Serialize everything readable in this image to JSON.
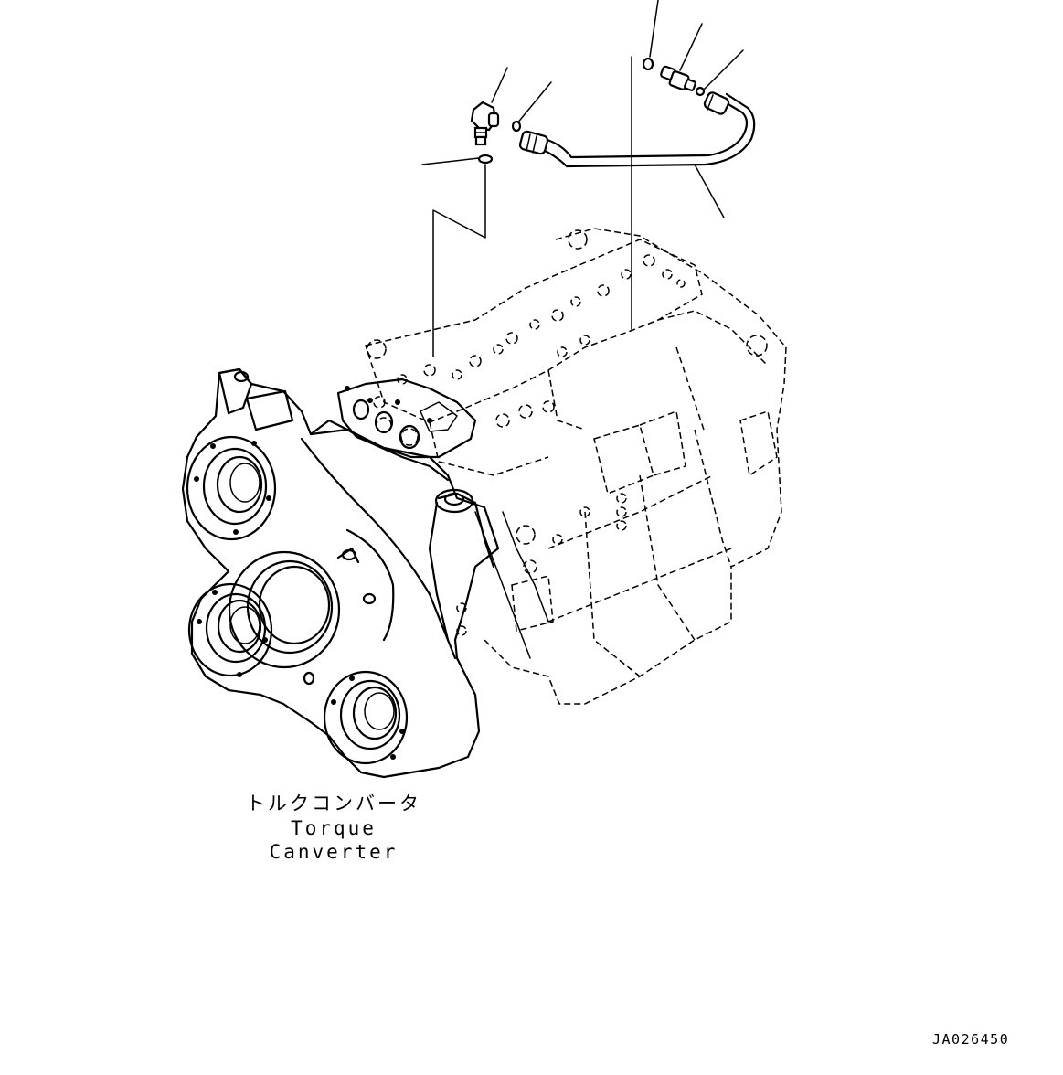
{
  "caption": {
    "japanese": "トルクコンバータ",
    "english": "Torque Canverter"
  },
  "drawing_number": "JA026450",
  "parts": [
    {
      "name": "elbow-fitting"
    },
    {
      "name": "o-ring-small"
    },
    {
      "name": "o-ring-lower"
    },
    {
      "name": "tube"
    },
    {
      "name": "o-ring-top"
    },
    {
      "name": "connector"
    },
    {
      "name": "o-ring-connector"
    }
  ],
  "colors": {
    "line": "#000000",
    "background": "#ffffff"
  }
}
